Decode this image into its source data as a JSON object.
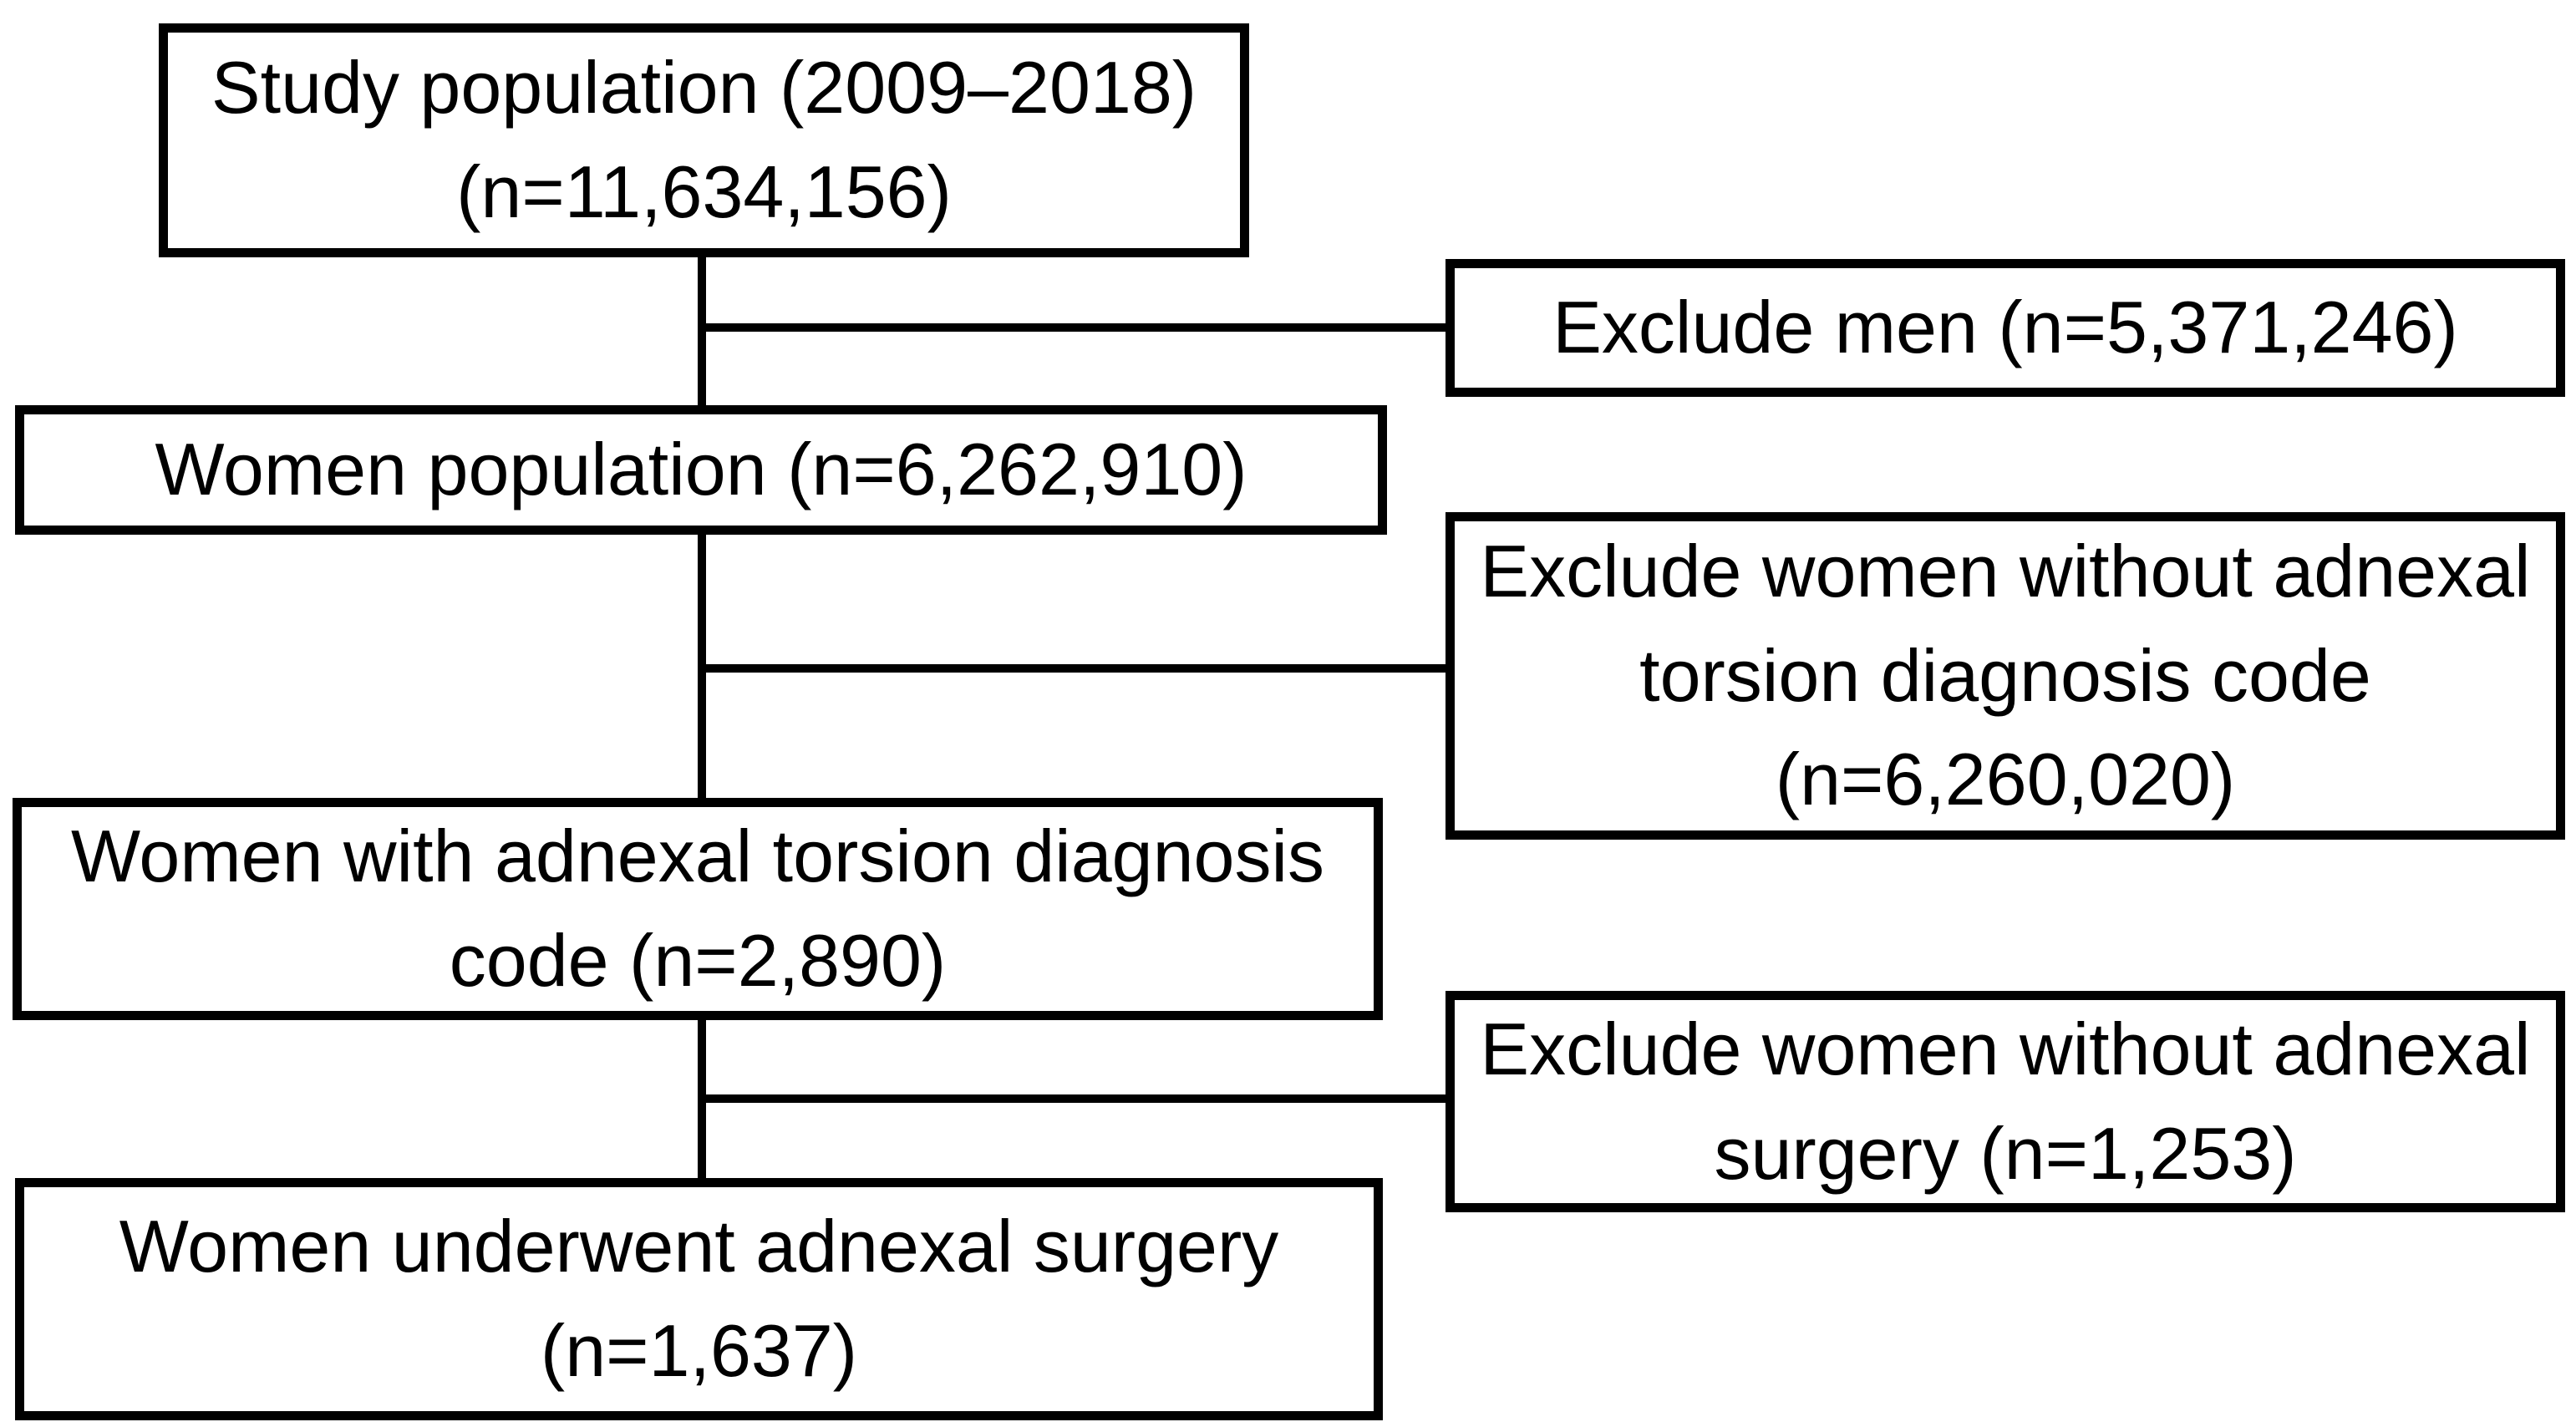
{
  "colors": {
    "background": "#ffffff",
    "box_border": "#000000",
    "box_fill": "#ffffff",
    "line": "#000000",
    "text": "#000000"
  },
  "diagram": {
    "type": "study-flowchart",
    "nodes": [
      {
        "id": "study-population",
        "lines": [
          "Study population (2009–2018)",
          "(n=11,634,156)"
        ]
      },
      {
        "id": "exclude-men",
        "lines": [
          "Exclude men (n=5,371,246)"
        ]
      },
      {
        "id": "women-population",
        "lines": [
          "Women population (n=6,262,910)"
        ]
      },
      {
        "id": "exclude-without-torsion",
        "lines": [
          "Exclude women without adnexal",
          "torsion diagnosis code",
          "(n=6,260,020)"
        ]
      },
      {
        "id": "women-with-torsion",
        "lines": [
          "Women with adnexal torsion diagnosis",
          "code (n=2,890)"
        ]
      },
      {
        "id": "exclude-without-surgery",
        "lines": [
          "Exclude women without adnexal",
          "surgery (n=1,253)"
        ]
      },
      {
        "id": "women-underwent-surgery",
        "lines": [
          "Women underwent adnexal surgery",
          "(n=1,637)"
        ]
      }
    ],
    "edges": [
      {
        "from": "study-population",
        "to": "women-population",
        "branch": "exclude-men"
      },
      {
        "from": "women-population",
        "to": "women-with-torsion",
        "branch": "exclude-without-torsion"
      },
      {
        "from": "women-with-torsion",
        "to": "women-underwent-surgery",
        "branch": "exclude-without-surgery"
      }
    ]
  }
}
